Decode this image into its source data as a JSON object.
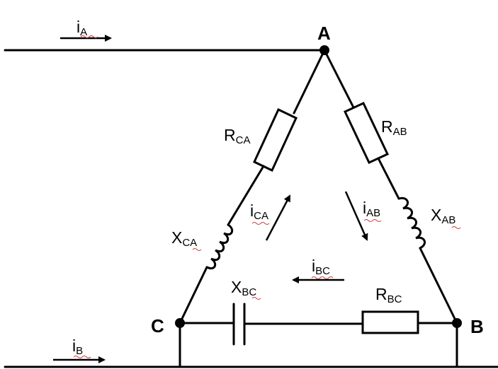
{
  "nodes": {
    "a": "A",
    "b": "B",
    "c": "C"
  },
  "labels": {
    "i_a": {
      "main": "i",
      "sub": "A"
    },
    "i_b": {
      "main": "i",
      "sub": "B"
    },
    "r_ca": {
      "main": "R",
      "sub": "CA"
    },
    "r_ab": {
      "main": "R",
      "sub": "AB"
    },
    "x_ca": {
      "main": "X",
      "sub": "CA"
    },
    "x_ab": {
      "main": "X",
      "sub": "AB"
    },
    "x_bc": {
      "main": "X",
      "sub": "BC"
    },
    "r_bc": {
      "main": "R",
      "sub": "BC"
    },
    "i_ca": {
      "main": "i",
      "sub": "CA"
    },
    "i_ab": {
      "main": "i",
      "sub": "AB"
    },
    "i_bc": {
      "main": "i",
      "sub": "BC"
    }
  }
}
